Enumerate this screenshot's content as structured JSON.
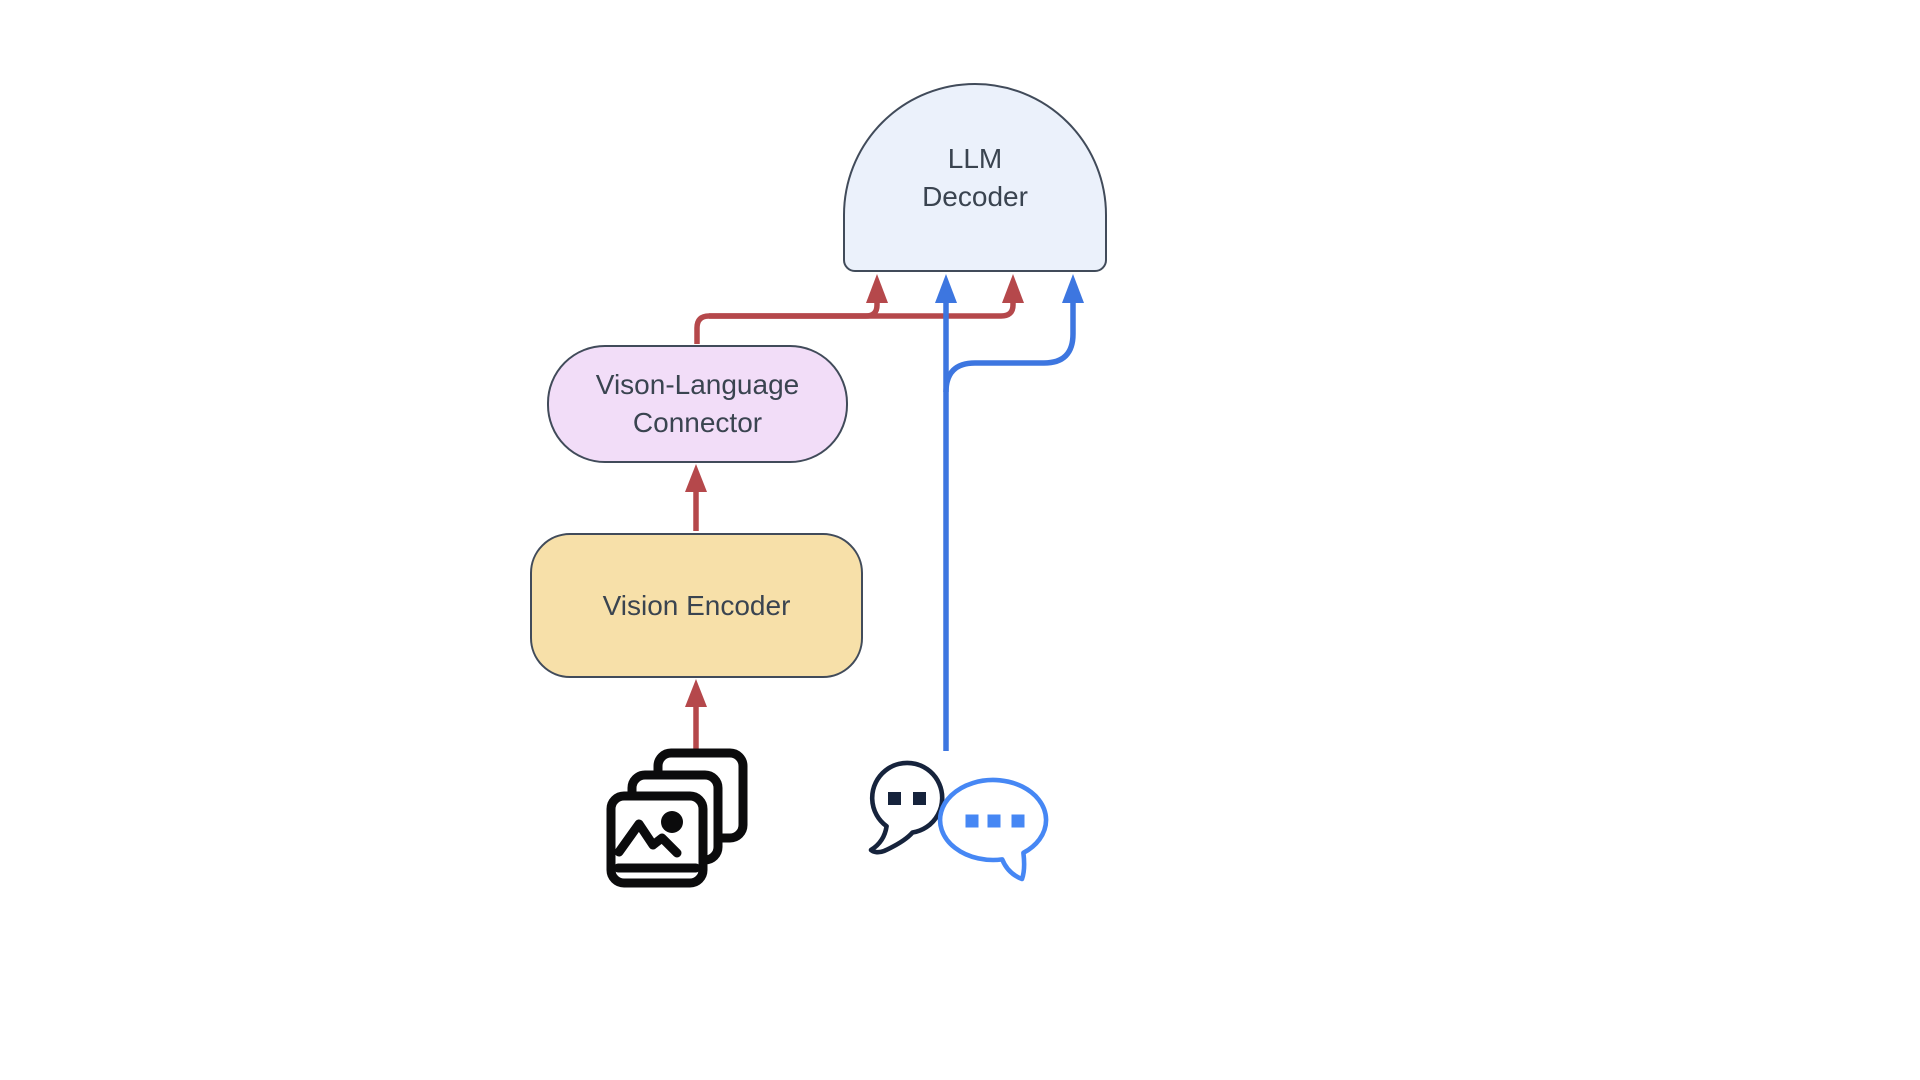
{
  "colors": {
    "background": "#ffffff",
    "node_stroke": "#414b5a",
    "label_text": "#3a4450",
    "dome_fill": "#ebf1fb",
    "connector_fill": "#f2ddf8",
    "encoder_fill": "#f7e0a9",
    "arrow_red": "#b5484b",
    "arrow_blue": "#3d76e0",
    "icon_black": "#0b0b0c",
    "chat_dark": "#16233c",
    "chat_blue": "#4687f4"
  },
  "nodes": {
    "llm_decoder": {
      "lines": [
        "LLM",
        "Decoder"
      ]
    },
    "vl_connector": {
      "lines": [
        "Vison-Language",
        "Connector"
      ]
    },
    "vision_encoder": {
      "label": "Vision Encoder"
    }
  },
  "icons": {
    "images_stack": "images-stack-icon",
    "chat_bubbles": "chat-bubbles-icon"
  },
  "edges": [
    {
      "name": "images-to-vision-encoder",
      "color_key": "arrow_red",
      "arrowheads": 1
    },
    {
      "name": "vision-encoder-to-connector",
      "color_key": "arrow_red",
      "arrowheads": 1
    },
    {
      "name": "connector-to-llm-decoder",
      "color_key": "arrow_red",
      "arrowheads": 2
    },
    {
      "name": "text-to-llm-decoder",
      "color_key": "arrow_blue",
      "arrowheads": 2
    }
  ]
}
